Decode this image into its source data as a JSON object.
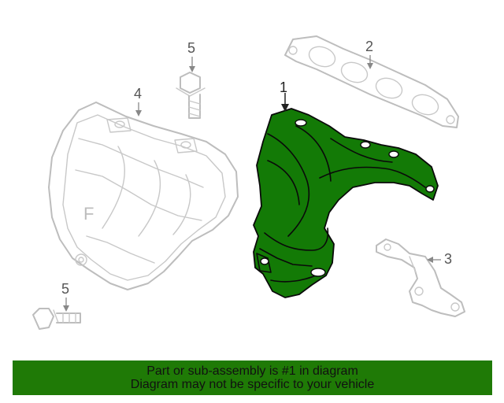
{
  "diagram": {
    "callouts": {
      "part1": "1",
      "part2": "2",
      "part3": "3",
      "part4": "4",
      "part5_top": "5",
      "part5_bottom": "5"
    },
    "heat_shield_mark": "F",
    "highlight_color": "#137a06"
  },
  "banner": {
    "line1": "Part or sub-assembly is #1 in diagram",
    "line2": "Diagram may not be specific to your vehicle",
    "background": "#1f7a06"
  }
}
